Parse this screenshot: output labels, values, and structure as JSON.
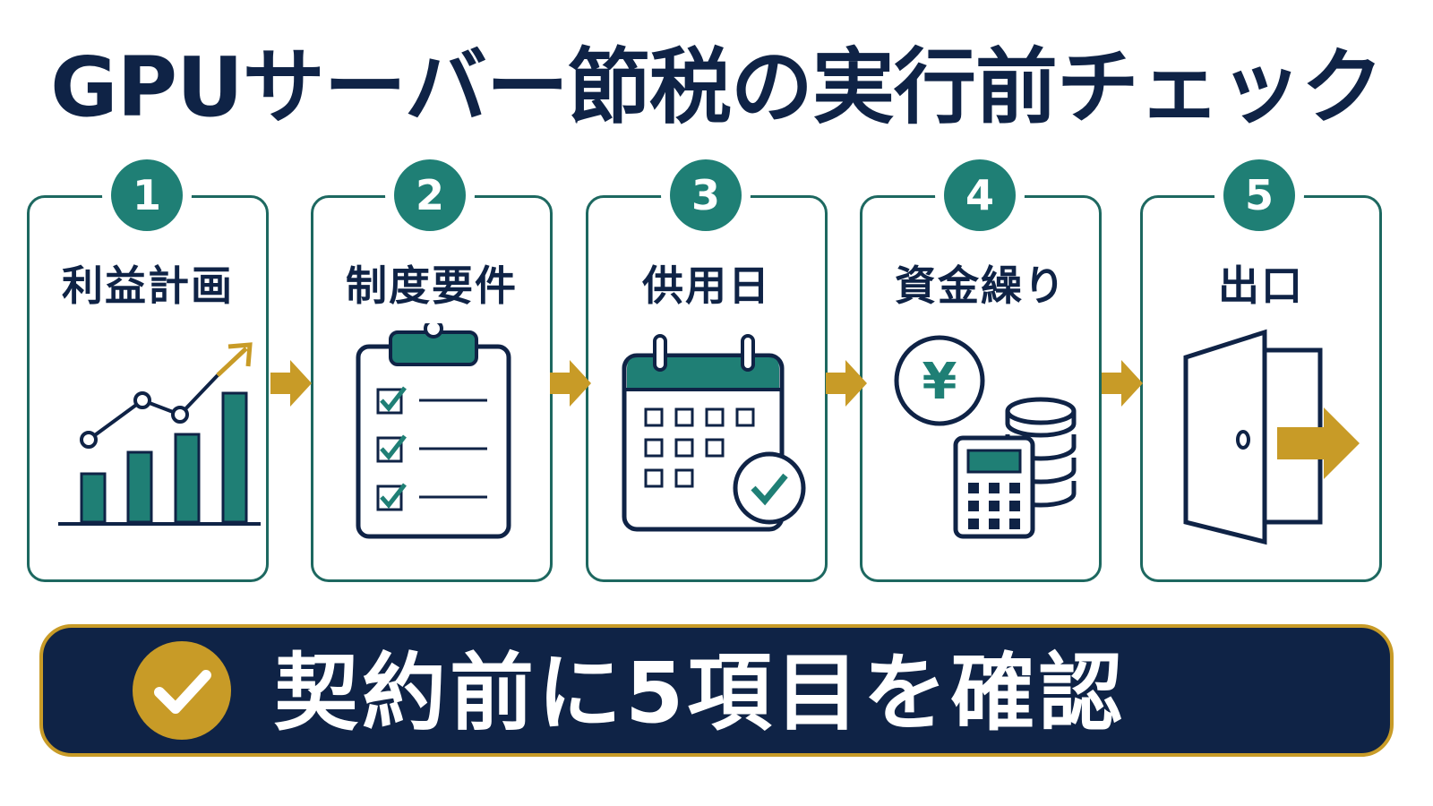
{
  "title": "GPUサーバー節税の実行前チェック",
  "steps": [
    {
      "number": "1",
      "label": "利益計画",
      "icon": "growth-chart-icon"
    },
    {
      "number": "2",
      "label": "制度要件",
      "icon": "clipboard-checklist-icon"
    },
    {
      "number": "3",
      "label": "供用日",
      "icon": "calendar-check-icon"
    },
    {
      "number": "4",
      "label": "資金繰り",
      "icon": "yen-coins-calculator-icon",
      "icon_symbol": "¥"
    },
    {
      "number": "5",
      "label": "出口",
      "icon": "exit-door-icon"
    }
  ],
  "banner": {
    "text": "契約前に5項目を確認",
    "icon": "check-circle-icon"
  },
  "colors": {
    "navy": "#0f2346",
    "teal": "#1f7f75",
    "teal_dark": "#1d6860",
    "gold": "#c89b27"
  }
}
